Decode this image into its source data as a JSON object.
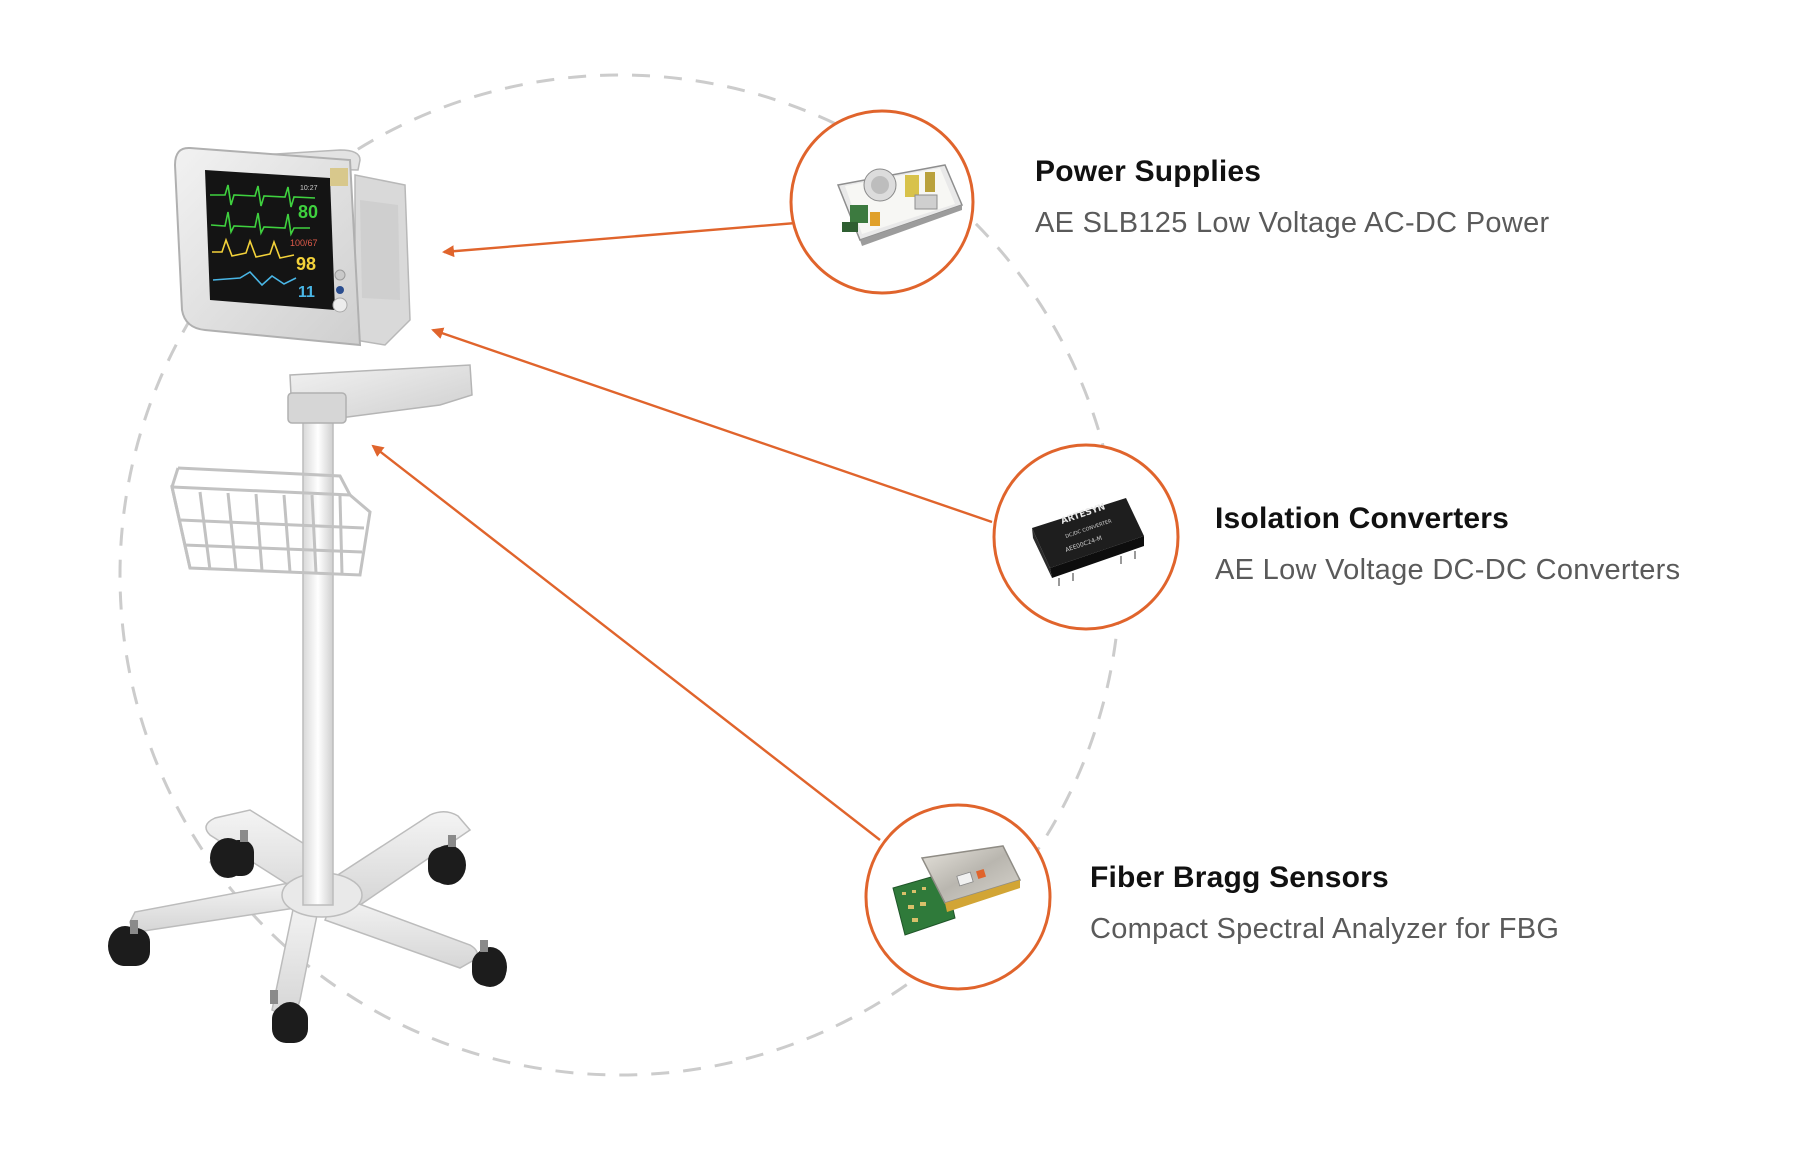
{
  "colors": {
    "accent": "#e0642c",
    "dashed_circle": "#cccccc",
    "title_text": "#111111",
    "subtitle_text": "#5a5a5a"
  },
  "device": {
    "name": "patient-monitor-on-rolling-stand"
  },
  "components": [
    {
      "title": "Power Supplies",
      "subtitle": "AE SLB125 Low Voltage AC-DC Power",
      "icon": "power-supply-board"
    },
    {
      "title": "Isolation Converters",
      "subtitle": "AE Low Voltage DC-DC Converters",
      "icon": "dc-dc-converter-module",
      "module_text": [
        "ARTESYN",
        "DC/DC CONVERTER",
        "AEE00C24-M"
      ]
    },
    {
      "title": "Fiber Bragg Sensors",
      "subtitle": "Compact Spectral Analyzer for FBG",
      "icon": "spectral-analyzer-board"
    }
  ],
  "monitor_readouts": [
    "80",
    "100/67",
    "98",
    "11",
    "10:27"
  ]
}
